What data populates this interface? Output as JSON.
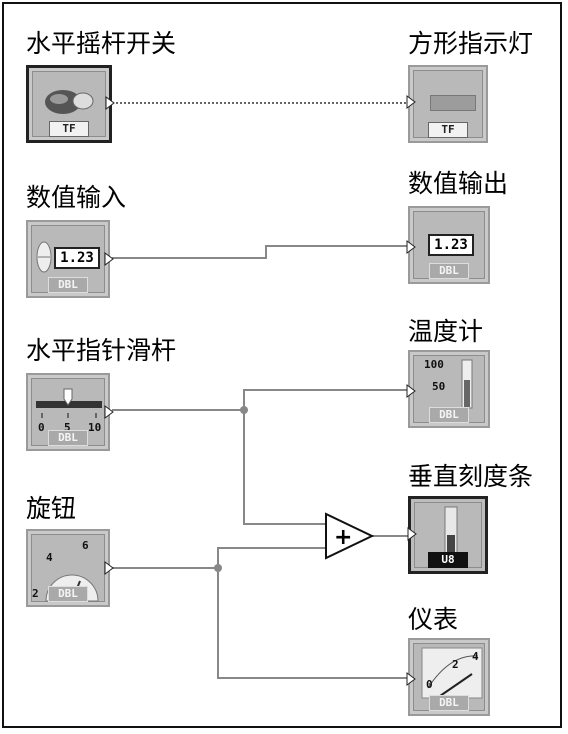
{
  "controls": {
    "toggle": {
      "label": "水平摇杆开关",
      "type": "TF"
    },
    "numeric_input": {
      "label": "数值输入",
      "value": "1.23",
      "type": "DBL"
    },
    "slide": {
      "label": "水平指针滑杆",
      "type": "DBL",
      "scale": [
        "0",
        "5",
        "10"
      ]
    },
    "knob": {
      "label": "旋钮",
      "type": "DBL",
      "scale": [
        "2",
        "4",
        "6"
      ]
    }
  },
  "indicators": {
    "square_led": {
      "label": "方形指示灯",
      "type": "TF"
    },
    "numeric_output": {
      "label": "数值输出",
      "value": "1.23",
      "type": "DBL"
    },
    "thermometer": {
      "label": "温度计",
      "type": "DBL",
      "scale": [
        "100",
        "50"
      ]
    },
    "vertical_bar": {
      "label": "垂直刻度条",
      "type": "U8"
    },
    "meter": {
      "label": "仪表",
      "type": "DBL",
      "scale": [
        "0",
        "2",
        "4"
      ]
    }
  },
  "add_node": {
    "symbol": "+"
  }
}
